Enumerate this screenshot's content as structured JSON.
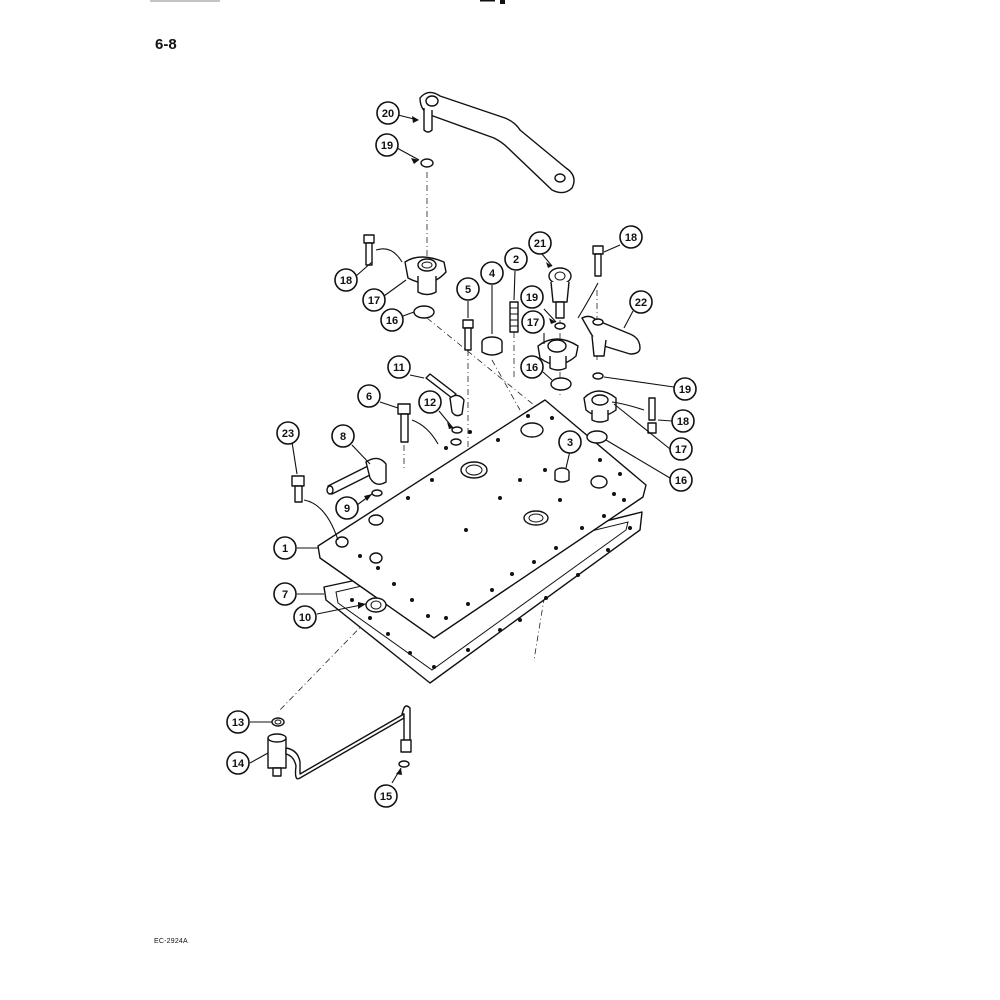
{
  "page": {
    "page_number": "6-8",
    "figure_code": "EC-2924A"
  },
  "callouts": [
    {
      "id": "callout-20",
      "label": "20",
      "part": "lift-arm"
    },
    {
      "id": "callout-19-a",
      "label": "19",
      "part": "o-ring"
    },
    {
      "id": "callout-18-a",
      "label": "18",
      "part": "bolt"
    },
    {
      "id": "callout-17-a",
      "label": "17",
      "part": "bearing-housing"
    },
    {
      "id": "callout-16-a",
      "label": "16",
      "part": "seal"
    },
    {
      "id": "callout-21",
      "label": "21",
      "part": "shaft"
    },
    {
      "id": "callout-2",
      "label": "2",
      "part": "stud"
    },
    {
      "id": "callout-4",
      "label": "4",
      "part": "plug"
    },
    {
      "id": "callout-5",
      "label": "5",
      "part": "bolt"
    },
    {
      "id": "callout-18-b",
      "label": "18",
      "part": "bolt"
    },
    {
      "id": "callout-22",
      "label": "22",
      "part": "lever"
    },
    {
      "id": "callout-19-b",
      "label": "19",
      "part": "o-ring"
    },
    {
      "id": "callout-17-b",
      "label": "17",
      "part": "bearing-housing"
    },
    {
      "id": "callout-16-b",
      "label": "16",
      "part": "seal"
    },
    {
      "id": "callout-19-c",
      "label": "19",
      "part": "o-ring"
    },
    {
      "id": "callout-18-c",
      "label": "18",
      "part": "bolt"
    },
    {
      "id": "callout-17-c",
      "label": "17",
      "part": "bearing-housing"
    },
    {
      "id": "callout-16-c",
      "label": "16",
      "part": "seal"
    },
    {
      "id": "callout-11",
      "label": "11",
      "part": "fitting"
    },
    {
      "id": "callout-12",
      "label": "12",
      "part": "washer"
    },
    {
      "id": "callout-6",
      "label": "6",
      "part": "bolt"
    },
    {
      "id": "callout-3",
      "label": "3",
      "part": "seal"
    },
    {
      "id": "callout-23",
      "label": "23",
      "part": "bolt"
    },
    {
      "id": "callout-8",
      "label": "8",
      "part": "elbow-fitting"
    },
    {
      "id": "callout-9",
      "label": "9",
      "part": "washer"
    },
    {
      "id": "callout-1",
      "label": "1",
      "part": "cover-plate"
    },
    {
      "id": "callout-7",
      "label": "7",
      "part": "gasket"
    },
    {
      "id": "callout-10",
      "label": "10",
      "part": "seal"
    },
    {
      "id": "callout-13",
      "label": "13",
      "part": "washer"
    },
    {
      "id": "callout-14",
      "label": "14",
      "part": "tube-fitting"
    },
    {
      "id": "callout-15",
      "label": "15",
      "part": "washer"
    }
  ]
}
